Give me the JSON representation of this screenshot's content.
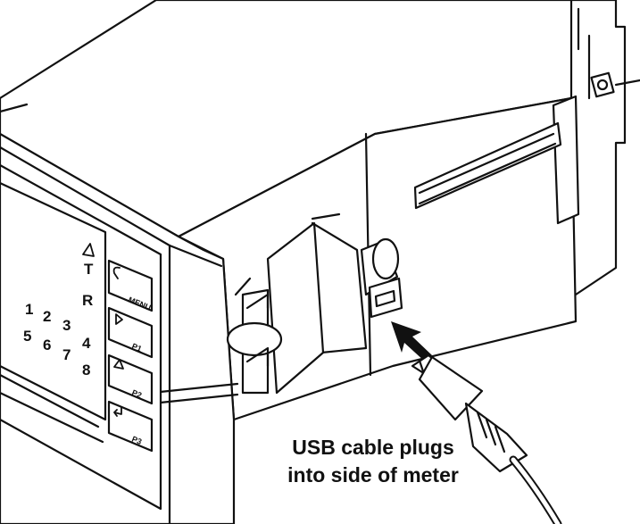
{
  "caption": {
    "line1": "USB cable plugs",
    "line2": "into side of meter"
  },
  "display": {
    "indicators": [
      "T",
      "R"
    ],
    "segments": [
      {
        "name": "segment-1",
        "label": "1"
      },
      {
        "name": "segment-2",
        "label": "2"
      },
      {
        "name": "segment-3",
        "label": "3"
      },
      {
        "name": "segment-4",
        "label": "4"
      },
      {
        "name": "segment-5",
        "label": "5"
      },
      {
        "name": "segment-6",
        "label": "6"
      },
      {
        "name": "segment-7",
        "label": "7"
      },
      {
        "name": "segment-8",
        "label": "8"
      }
    ]
  },
  "keys": [
    {
      "name": "menu",
      "label": "MENU",
      "icon": "rotate-icon"
    },
    {
      "name": "p1",
      "label": "P1",
      "icon": "play-icon"
    },
    {
      "name": "p2",
      "label": "P2",
      "icon": "up-arrow-icon"
    },
    {
      "name": "p3",
      "label": "P3",
      "icon": "enter-icon"
    }
  ],
  "colors": {
    "line": "#111111",
    "background": "#ffffff"
  }
}
